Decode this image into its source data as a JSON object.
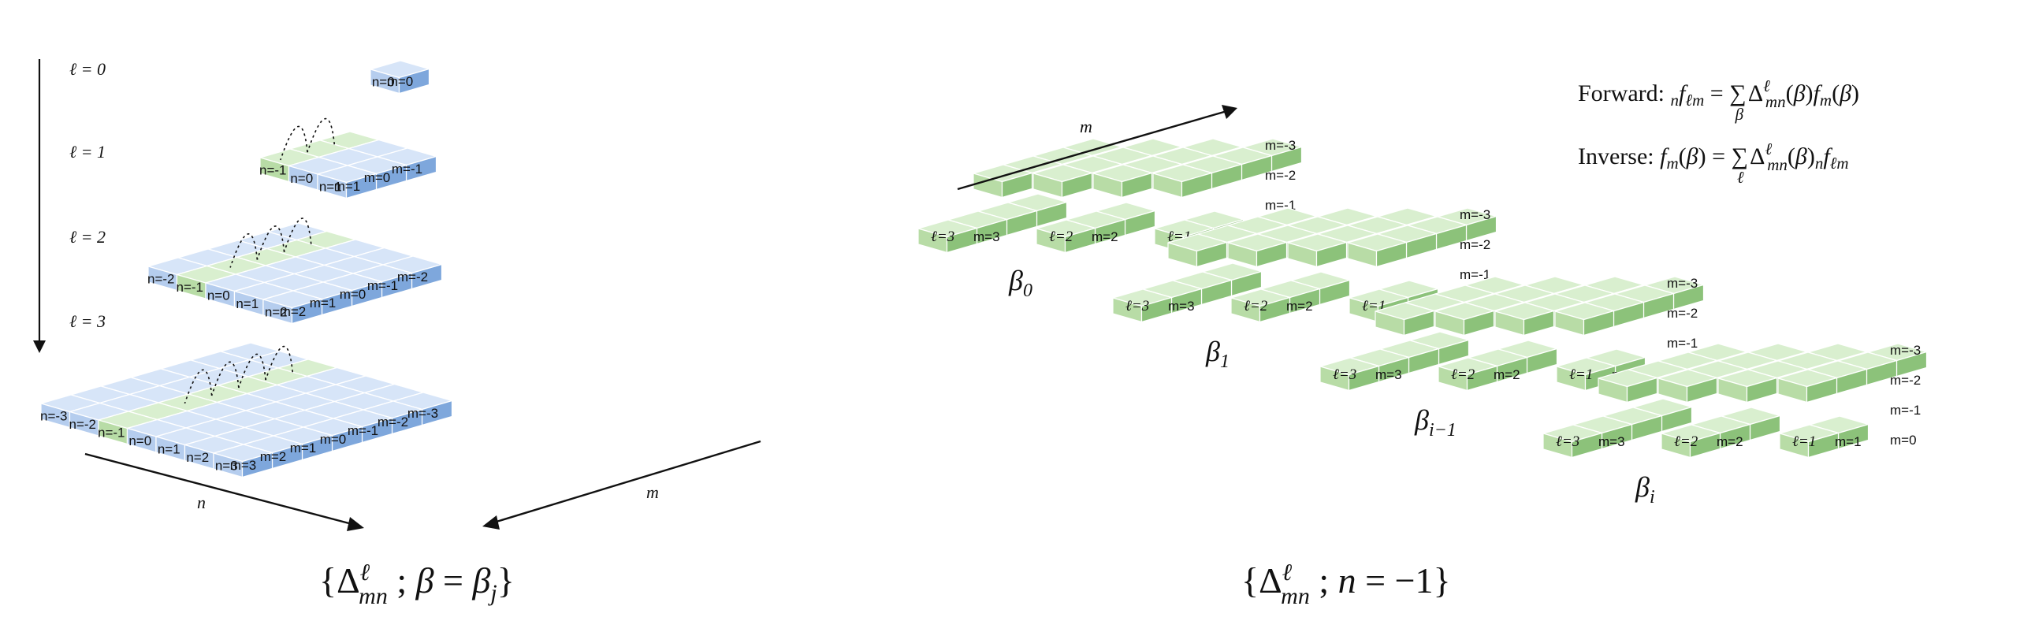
{
  "left": {
    "levels": [
      "ℓ = 0",
      "ℓ = 1",
      "ℓ = 2",
      "ℓ = 3"
    ],
    "axis_n": "n",
    "axis_m": "m",
    "caption": "{Δ^ℓ_mn ; β = β_j}",
    "pyramid": [
      {
        "ell": 0,
        "n": [
          "n=0"
        ],
        "m": [
          "m=0"
        ]
      },
      {
        "ell": 1,
        "n": [
          "n=-1",
          "n=0",
          "n=1"
        ],
        "m": [
          "m=1",
          "m=0",
          "m=-1"
        ]
      },
      {
        "ell": 2,
        "n": [
          "n=-2",
          "n=-1",
          "n=0",
          "n=1",
          "n=2"
        ],
        "m": [
          "m=2",
          "m=1",
          "m=0",
          "m=-1",
          "m=-2"
        ]
      },
      {
        "ell": 3,
        "n": [
          "n=-3",
          "n=-2",
          "n=-1",
          "n=0",
          "n=1",
          "n=2",
          "n=3"
        ],
        "m": [
          "m=3",
          "m=2",
          "m=1",
          "m=0",
          "m=-1",
          "m=-2",
          "m=-3"
        ]
      }
    ]
  },
  "right": {
    "axis_m": "m",
    "caption": "{Δ^ℓ_mn ; n = −1}",
    "forward": "Forward: n f_ℓm = Σ_β Δ^ℓ_mn(β) f_m(β)",
    "inverse": "Inverse: f_m(β) = Σ_ℓ Δ^ℓ_mn(β) n f_ℓm",
    "slices": [
      {
        "beta": "β0"
      },
      {
        "beta": "β1"
      },
      {
        "beta": "βi−1"
      },
      {
        "beta": "βi"
      }
    ],
    "slice_ell_labels": [
      "ℓ=3",
      "ℓ=2",
      "ℓ=1"
    ],
    "slice_m_labels": [
      "m=3",
      "m=2",
      "m=1",
      "m=0",
      "m=-1",
      "m=-2",
      "m=-3"
    ]
  },
  "colors": {
    "blue_top": "#d7e5f8",
    "blue_left": "#b5cdee",
    "blue_right": "#7ea7dc",
    "green_top": "#d9efcf",
    "green_left": "#b8dca6",
    "green_right": "#8cc27a"
  }
}
